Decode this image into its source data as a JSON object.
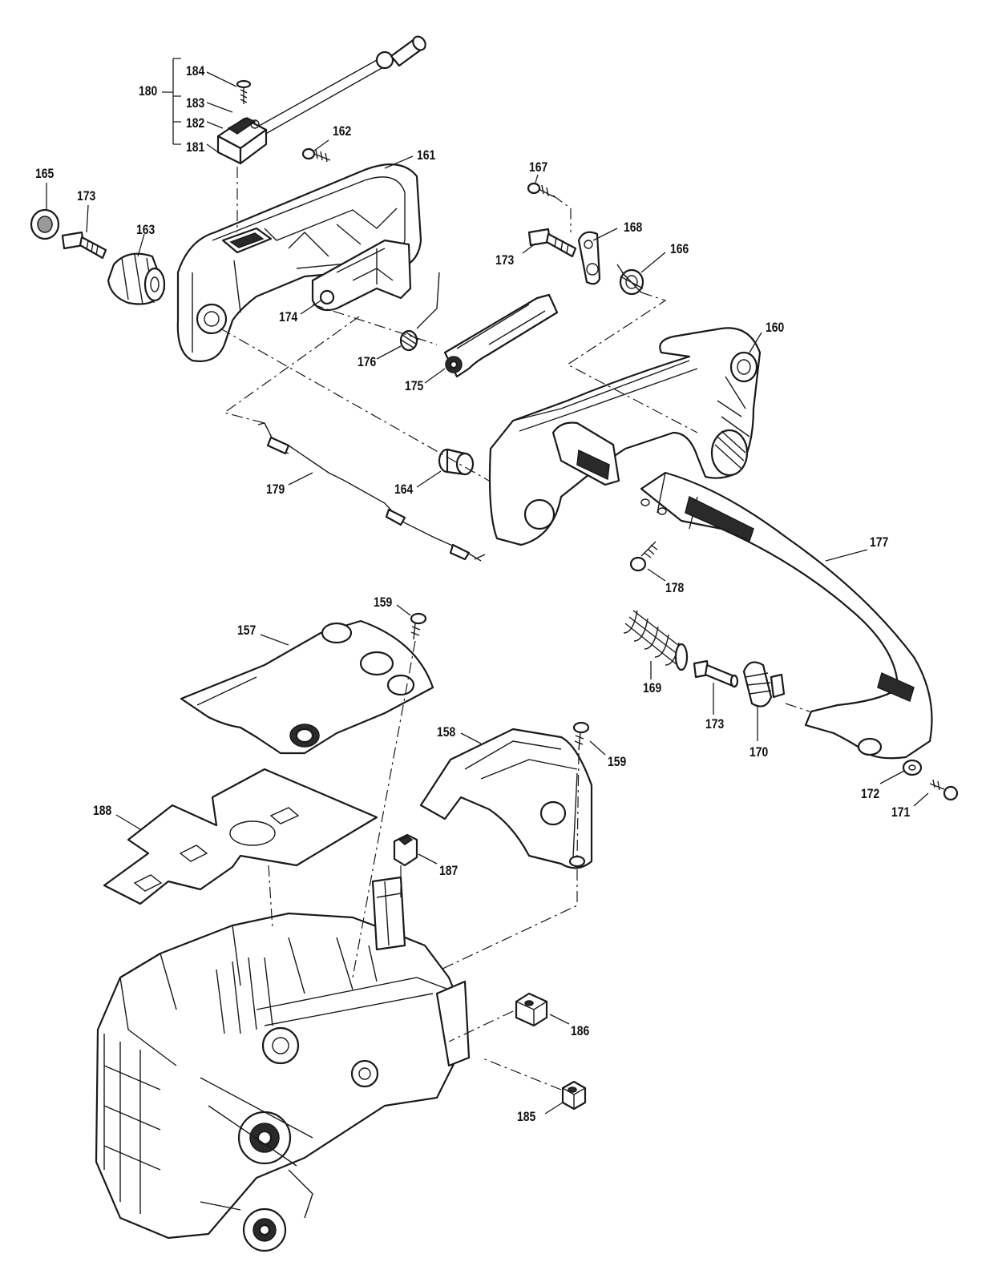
{
  "callouts": {
    "c184": "184",
    "c180": "180",
    "c183": "183",
    "c182": "182",
    "c181": "181",
    "c162": "162",
    "c161": "161",
    "c165": "165",
    "c173a": "173",
    "c163": "163",
    "c167": "167",
    "c168": "168",
    "c173b": "173",
    "c166": "166",
    "c174": "174",
    "c176": "176",
    "c175": "175",
    "c160": "160",
    "c164": "164",
    "c179": "179",
    "c177": "177",
    "c178": "178",
    "c159a": "159",
    "c157": "157",
    "c169": "169",
    "c173c": "173",
    "c170": "170",
    "c158": "158",
    "c159b": "159",
    "c188": "188",
    "c187": "187",
    "c172": "172",
    "c171": "171",
    "c186": "186",
    "c185": "185"
  }
}
